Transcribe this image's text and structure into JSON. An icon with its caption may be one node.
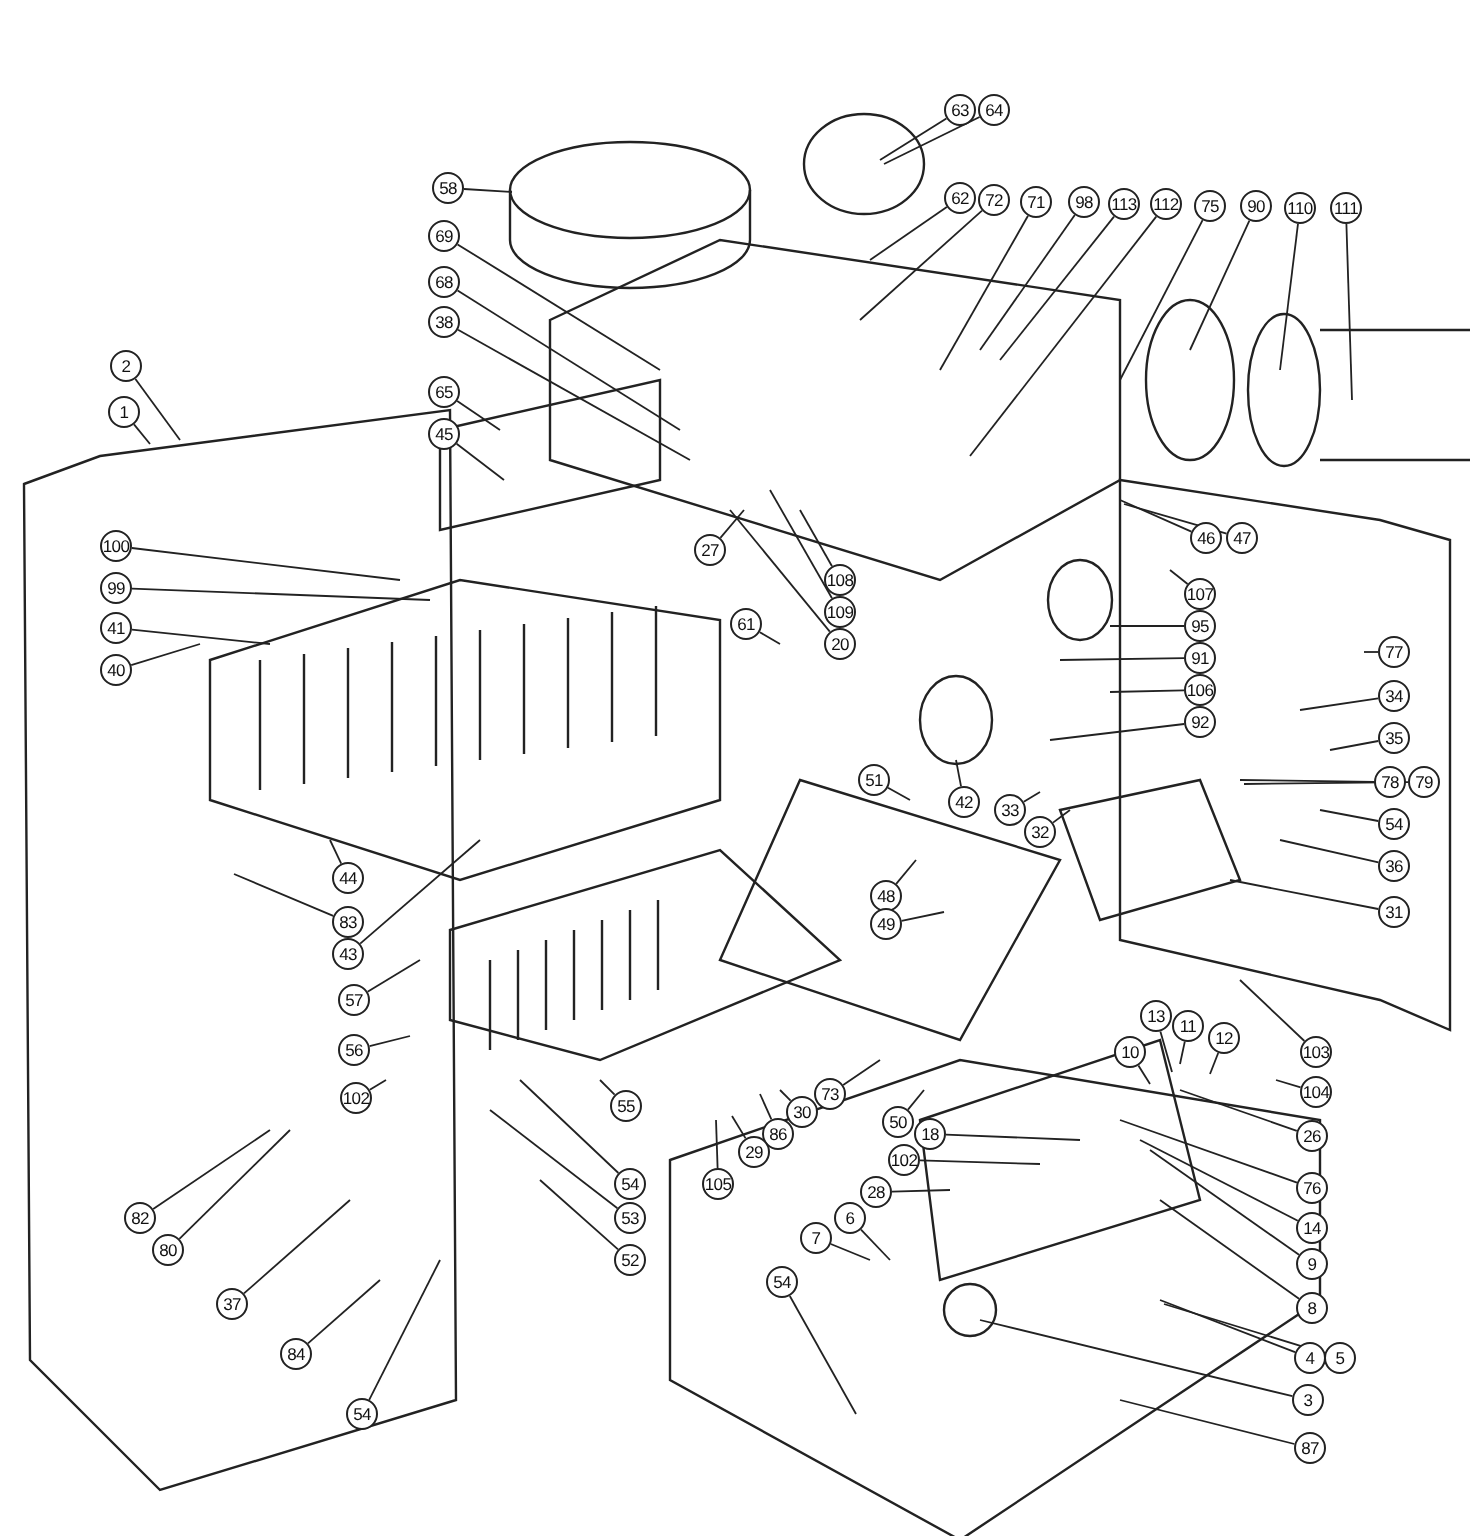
{
  "diagram": {
    "nodes": [
      {
        "text": [
          "63"
        ]
      },
      {
        "text": [
          "64"
        ]
      },
      {
        "text": [
          "58"
        ]
      },
      {
        "text": [
          "62"
        ]
      },
      {
        "text": [
          "72"
        ]
      },
      {
        "text": [
          "71"
        ]
      },
      {
        "text": [
          "98"
        ]
      },
      {
        "text": [
          "113"
        ]
      },
      {
        "text": [
          "112"
        ]
      },
      {
        "text": [
          "75"
        ]
      },
      {
        "text": [
          "90"
        ]
      },
      {
        "text": [
          "110"
        ]
      },
      {
        "text": [
          "111"
        ]
      },
      {
        "text": [
          "69"
        ]
      },
      {
        "text": [
          "68"
        ]
      },
      {
        "text": [
          "38"
        ]
      },
      {
        "text": [
          "2"
        ]
      },
      {
        "text": [
          "1"
        ]
      },
      {
        "text": [
          "65"
        ]
      },
      {
        "text": [
          "45"
        ]
      },
      {
        "text": [
          "100"
        ]
      },
      {
        "text": [
          "99"
        ]
      },
      {
        "text": [
          "41"
        ]
      },
      {
        "text": [
          "40"
        ]
      },
      {
        "text": [
          "27"
        ]
      },
      {
        "text": [
          "108"
        ]
      },
      {
        "text": [
          "109"
        ]
      },
      {
        "text": [
          "20"
        ]
      },
      {
        "text": [
          "61"
        ]
      },
      {
        "text": [
          "46"
        ]
      },
      {
        "text": [
          "47"
        ]
      },
      {
        "text": [
          "107"
        ]
      },
      {
        "text": [
          "95"
        ]
      },
      {
        "text": [
          "91"
        ]
      },
      {
        "text": [
          "106"
        ]
      },
      {
        "text": [
          "92"
        ]
      },
      {
        "text": [
          "77"
        ]
      },
      {
        "text": [
          "34"
        ]
      },
      {
        "text": [
          "35"
        ]
      },
      {
        "text": [
          "78"
        ]
      },
      {
        "text": [
          "79"
        ]
      },
      {
        "text": [
          "54"
        ]
      },
      {
        "text": [
          "36"
        ]
      },
      {
        "text": [
          "31"
        ]
      },
      {
        "text": [
          "51"
        ]
      },
      {
        "text": [
          "42"
        ]
      },
      {
        "text": [
          "33"
        ]
      },
      {
        "text": [
          "32"
        ]
      },
      {
        "text": [
          "48"
        ]
      },
      {
        "text": [
          "49"
        ]
      },
      {
        "text": [
          "44"
        ]
      },
      {
        "text": [
          "83"
        ]
      },
      {
        "text": [
          "43"
        ]
      },
      {
        "text": [
          "57"
        ]
      },
      {
        "text": [
          "56"
        ]
      },
      {
        "text": [
          "102"
        ]
      },
      {
        "text": [
          "55"
        ]
      },
      {
        "text": [
          "13"
        ]
      },
      {
        "text": [
          "11"
        ]
      },
      {
        "text": [
          "12"
        ]
      },
      {
        "text": [
          "10"
        ]
      },
      {
        "text": [
          "103"
        ]
      },
      {
        "text": [
          "104"
        ]
      },
      {
        "text": [
          "50"
        ]
      },
      {
        "text": [
          "18"
        ]
      },
      {
        "text": [
          "26"
        ]
      },
      {
        "text": [
          "54"
        ]
      },
      {
        "text": [
          "30"
        ]
      },
      {
        "text": [
          "86"
        ]
      },
      {
        "text": [
          "29"
        ]
      },
      {
        "text": [
          "73"
        ]
      },
      {
        "text": [
          "102"
        ]
      },
      {
        "text": [
          "105"
        ]
      },
      {
        "text": [
          "28"
        ]
      },
      {
        "text": [
          "76"
        ]
      },
      {
        "text": [
          "6"
        ]
      },
      {
        "text": [
          "7"
        ]
      },
      {
        "text": [
          "53"
        ]
      },
      {
        "text": [
          "14"
        ]
      },
      {
        "text": [
          "9"
        ]
      },
      {
        "text": [
          "82"
        ]
      },
      {
        "text": [
          "80"
        ]
      },
      {
        "text": [
          "52"
        ]
      },
      {
        "text": [
          "54"
        ]
      },
      {
        "text": [
          "8"
        ]
      },
      {
        "text": [
          "37"
        ]
      },
      {
        "text": [
          "4"
        ]
      },
      {
        "text": [
          "5"
        ]
      },
      {
        "text": [
          "84"
        ]
      },
      {
        "text": [
          "3"
        ]
      },
      {
        "text": [
          "87"
        ]
      },
      {
        "text": [
          "54"
        ]
      }
    ],
    "edges": [
      {
        "from": 0,
        "to": null,
        "arrow": "none"
      },
      {
        "from": 1,
        "to": null,
        "arrow": "none"
      },
      {
        "from": 2,
        "to": null,
        "arrow": "none"
      },
      {
        "from": 3,
        "to": null,
        "arrow": "none"
      },
      {
        "from": 4,
        "to": null,
        "arrow": "none"
      },
      {
        "from": 5,
        "to": null,
        "arrow": "none"
      },
      {
        "from": 6,
        "to": null,
        "arrow": "none"
      },
      {
        "from": 7,
        "to": null,
        "arrow": "none"
      },
      {
        "from": 8,
        "to": null,
        "arrow": "none"
      },
      {
        "from": 9,
        "to": null,
        "arrow": "none"
      },
      {
        "from": 10,
        "to": null,
        "arrow": "none"
      },
      {
        "from": 11,
        "to": null,
        "arrow": "none"
      },
      {
        "from": 12,
        "to": null,
        "arrow": "none"
      },
      {
        "from": 13,
        "to": null,
        "arrow": "none"
      },
      {
        "from": 14,
        "to": null,
        "arrow": "none"
      },
      {
        "from": 15,
        "to": null,
        "arrow": "none"
      },
      {
        "from": 16,
        "to": null,
        "arrow": "none"
      },
      {
        "from": 17,
        "to": null,
        "arrow": "none"
      },
      {
        "from": 18,
        "to": null,
        "arrow": "none"
      },
      {
        "from": 19,
        "to": null,
        "arrow": "none"
      },
      {
        "from": 20,
        "to": null,
        "arrow": "none"
      },
      {
        "from": 21,
        "to": null,
        "arrow": "none"
      },
      {
        "from": 22,
        "to": null,
        "arrow": "none"
      },
      {
        "from": 23,
        "to": null,
        "arrow": "none"
      },
      {
        "from": 24,
        "to": null,
        "arrow": "none"
      },
      {
        "from": 25,
        "to": null,
        "arrow": "none"
      },
      {
        "from": 26,
        "to": null,
        "arrow": "none"
      },
      {
        "from": 27,
        "to": null,
        "arrow": "none"
      },
      {
        "from": 28,
        "to": null,
        "arrow": "none"
      },
      {
        "from": 29,
        "to": null,
        "arrow": "none"
      },
      {
        "from": 30,
        "to": null,
        "arrow": "none"
      },
      {
        "from": 31,
        "to": null,
        "arrow": "none"
      },
      {
        "from": 32,
        "to": null,
        "arrow": "none"
      },
      {
        "from": 33,
        "to": null,
        "arrow": "none"
      },
      {
        "from": 34,
        "to": null,
        "arrow": "none"
      },
      {
        "from": 35,
        "to": null,
        "arrow": "none"
      },
      {
        "from": 36,
        "to": null,
        "arrow": "none"
      },
      {
        "from": 37,
        "to": null,
        "arrow": "none"
      },
      {
        "from": 38,
        "to": null,
        "arrow": "none"
      },
      {
        "from": 39,
        "to": null,
        "arrow": "none"
      },
      {
        "from": 40,
        "to": null,
        "arrow": "none"
      },
      {
        "from": 41,
        "to": null,
        "arrow": "none"
      },
      {
        "from": 42,
        "to": null,
        "arrow": "none"
      },
      {
        "from": 43,
        "to": null,
        "arrow": "none"
      },
      {
        "from": 44,
        "to": null,
        "arrow": "none"
      },
      {
        "from": 45,
        "to": null,
        "arrow": "none"
      },
      {
        "from": 46,
        "to": null,
        "arrow": "none"
      },
      {
        "from": 47,
        "to": null,
        "arrow": "none"
      },
      {
        "from": 48,
        "to": null,
        "arrow": "none"
      },
      {
        "from": 49,
        "to": null,
        "arrow": "none"
      },
      {
        "from": 50,
        "to": null,
        "arrow": "none"
      },
      {
        "from": 51,
        "to": null,
        "arrow": "none"
      },
      {
        "from": 52,
        "to": null,
        "arrow": "none"
      },
      {
        "from": 53,
        "to": null,
        "arrow": "none"
      },
      {
        "from": 54,
        "to": null,
        "arrow": "none"
      },
      {
        "from": 55,
        "to": null,
        "arrow": "none"
      },
      {
        "from": 56,
        "to": null,
        "arrow": "none"
      },
      {
        "from": 57,
        "to": null,
        "arrow": "none"
      },
      {
        "from": 58,
        "to": null,
        "arrow": "none"
      },
      {
        "from": 59,
        "to": null,
        "arrow": "none"
      },
      {
        "from": 60,
        "to": null,
        "arrow": "none"
      },
      {
        "from": 61,
        "to": null,
        "arrow": "none"
      },
      {
        "from": 62,
        "to": null,
        "arrow": "none"
      },
      {
        "from": 63,
        "to": null,
        "arrow": "none"
      },
      {
        "from": 64,
        "to": null,
        "arrow": "none"
      },
      {
        "from": 65,
        "to": null,
        "arrow": "none"
      },
      {
        "from": 66,
        "to": null,
        "arrow": "none"
      },
      {
        "from": 67,
        "to": null,
        "arrow": "none"
      },
      {
        "from": 68,
        "to": null,
        "arrow": "none"
      },
      {
        "from": 69,
        "to": null,
        "arrow": "none"
      },
      {
        "from": 70,
        "to": null,
        "arrow": "none"
      },
      {
        "from": 71,
        "to": null,
        "arrow": "none"
      },
      {
        "from": 72,
        "to": null,
        "arrow": "none"
      },
      {
        "from": 73,
        "to": null,
        "arrow": "none"
      },
      {
        "from": 74,
        "to": null,
        "arrow": "none"
      },
      {
        "from": 75,
        "to": null,
        "arrow": "none"
      },
      {
        "from": 76,
        "to": null,
        "arrow": "none"
      },
      {
        "from": 77,
        "to": null,
        "arrow": "none"
      },
      {
        "from": 78,
        "to": null,
        "arrow": "none"
      },
      {
        "from": 79,
        "to": null,
        "arrow": "none"
      },
      {
        "from": 80,
        "to": null,
        "arrow": "none"
      },
      {
        "from": 81,
        "to": null,
        "arrow": "none"
      },
      {
        "from": 82,
        "to": null,
        "arrow": "none"
      },
      {
        "from": 83,
        "to": null,
        "arrow": "none"
      },
      {
        "from": 84,
        "to": null,
        "arrow": "none"
      },
      {
        "from": 85,
        "to": null,
        "arrow": "none"
      },
      {
        "from": 86,
        "to": null,
        "arrow": "none"
      },
      {
        "from": 87,
        "to": null,
        "arrow": "none"
      },
      {
        "from": 88,
        "to": null,
        "arrow": "none"
      },
      {
        "from": 89,
        "to": null,
        "arrow": "none"
      },
      {
        "from": 90,
        "to": null,
        "arrow": "none"
      },
      {
        "from": 91,
        "to": null,
        "arrow": "none"
      }
    ]
  }
}
